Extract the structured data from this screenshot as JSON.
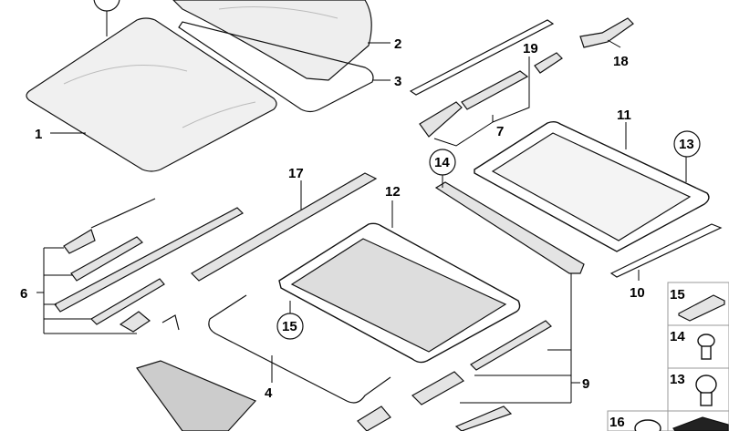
{
  "diagram": {
    "callouts": {
      "c1": "1",
      "c2": "2",
      "c3": "3",
      "c4": "4",
      "c6": "6",
      "c7": "7",
      "c9": "9",
      "c10": "10",
      "c11": "11",
      "c12": "12",
      "c13": "13",
      "c14": "14",
      "c15": "15",
      "c17": "17",
      "c18": "18",
      "c19": "19"
    },
    "legend": {
      "l15": "15",
      "l14": "14",
      "l13": "13",
      "l16": "16"
    }
  }
}
